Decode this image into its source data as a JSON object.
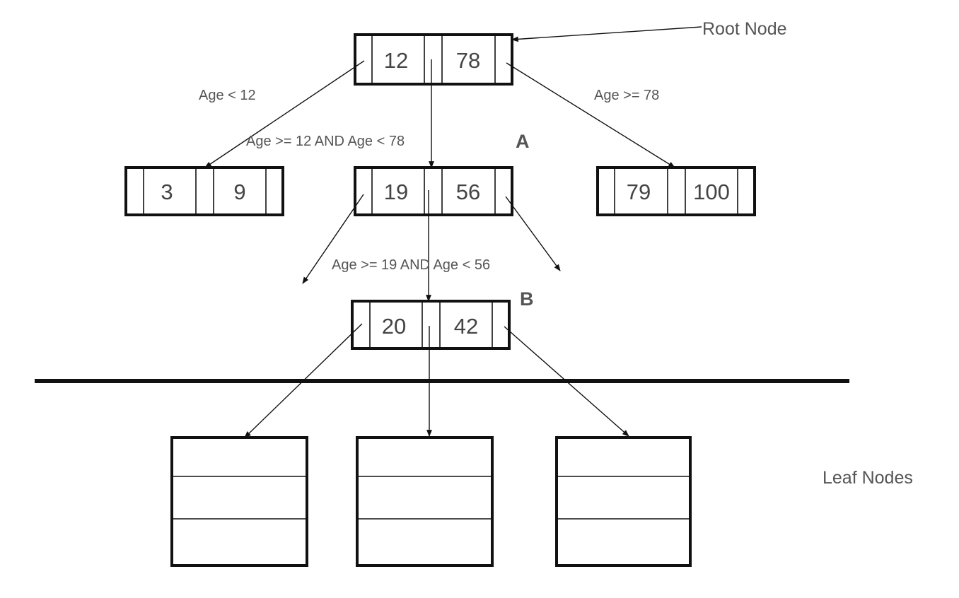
{
  "nodes": {
    "root": {
      "keys": [
        "12",
        "78"
      ]
    },
    "left": {
      "keys": [
        "3",
        "9"
      ]
    },
    "middle": {
      "keys": [
        "19",
        "56"
      ]
    },
    "right": {
      "keys": [
        "79",
        "100"
      ]
    },
    "lower": {
      "keys": [
        "20",
        "42"
      ]
    }
  },
  "labels": {
    "root_node": "Root Node",
    "leaf_nodes": "Leaf Nodes",
    "marker_a": "A",
    "marker_b": "B"
  },
  "conditions": {
    "lt12": "Age < 12",
    "ge78": "Age >= 78",
    "range12_78": "Age >= 12 AND Age < 78",
    "range19_56": "Age >= 19 AND Age < 56"
  }
}
